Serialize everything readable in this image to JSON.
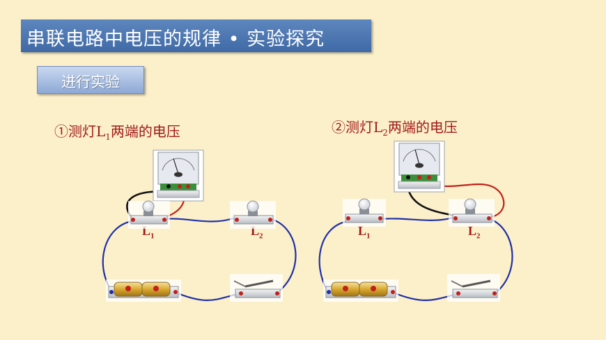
{
  "title": "串联电路中电压的规律 • 实验探究",
  "step_label": "进行实验",
  "experiments": [
    {
      "caption": {
        "prefix": "①测灯L",
        "sub": "1",
        "suffix": "两端的电压"
      },
      "lamp1": {
        "letter": "L",
        "sub": "1"
      },
      "lamp2": {
        "letter": "L",
        "sub": "2"
      }
    },
    {
      "caption": {
        "prefix": "②测灯L",
        "sub": "2",
        "suffix": "两端的电压"
      },
      "lamp1": {
        "letter": "L",
        "sub": "1"
      },
      "lamp2": {
        "letter": "L",
        "sub": "2"
      }
    }
  ],
  "colors": {
    "title_bg": "#4A74B0",
    "accent_red": "#A01818",
    "wire_blue": "#1F2FA8",
    "wire_red": "#C0201A",
    "wire_black": "#111111"
  }
}
